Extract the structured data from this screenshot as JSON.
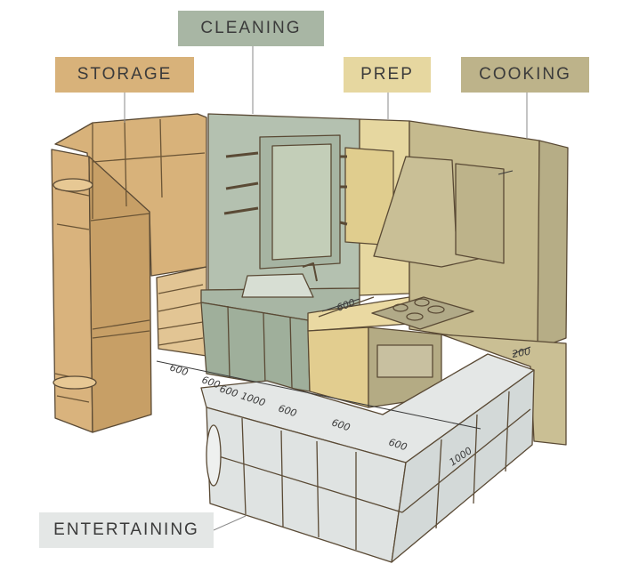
{
  "zones": {
    "cleaning": {
      "label": "CLEANING",
      "color": "#a8b6a4"
    },
    "storage": {
      "label": "STORAGE",
      "color": "#d8b27a"
    },
    "prep": {
      "label": "PREP",
      "color": "#e6d7a0"
    },
    "cooking": {
      "label": "COOKING",
      "color": "#bdb38a"
    },
    "entertaining": {
      "label": "ENTERTAINING",
      "color": "#e4e7e6"
    }
  },
  "dimensions": [
    "600",
    "600",
    "600",
    "1000",
    "600",
    "600",
    "600",
    "1000",
    "600",
    "200"
  ]
}
